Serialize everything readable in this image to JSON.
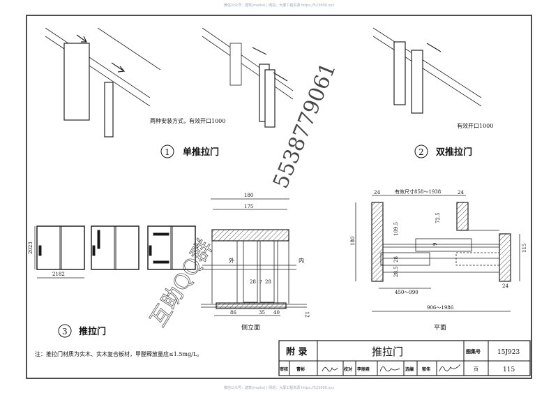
{
  "watermark_top": "微信公众号：建筑(marks) | 网站：大厦工程资源 https://523000.xyz",
  "watermark_bottom": "微信公众号：建筑(marks) | 网站：大厦工程资源 https://523000.xyz",
  "overlay_watermark": {
    "qq": "5538779061",
    "group": "互助QQ群"
  },
  "figure1": {
    "number": "1",
    "title": "单推拉门",
    "note": "两种安装方式，有效开口1000"
  },
  "figure2": {
    "number": "2",
    "title": "双推拉门",
    "note": "有效开口1000"
  },
  "figure3": {
    "number": "3",
    "title": "推拉门",
    "height_dim": "2023",
    "width_dim": "2182"
  },
  "side_elevation": {
    "title": "侧立面",
    "outer": "外",
    "inner": "内",
    "dims": {
      "top1": "180",
      "top2": "175",
      "leaf1": "28",
      "gap": "7",
      "leaf2": "28",
      "b1": "86",
      "b2": "35",
      "b3": "40",
      "floor": "12"
    }
  },
  "plan": {
    "title": "平面",
    "dims": {
      "left": "24",
      "effective": "有效尺寸858～1938",
      "right": "24",
      "d1": "109.5",
      "d2": "72.5",
      "d3": "9",
      "d4": "28",
      "d5": "28.5",
      "height": "180",
      "h2": "115",
      "r24": "24",
      "open": "450～990",
      "total": "906～1986"
    }
  },
  "note": "注：推拉门材质为实木、实木复合板材，甲醛释放量应≤1.5mg/L。",
  "title_block": {
    "section": "附 录",
    "title": "推拉门",
    "atlas_label": "图集号",
    "atlas_no": "15J923",
    "review_label": "审核",
    "reviewer": "曹彬",
    "check_label": "校对",
    "checker": "李丽君",
    "edit_label": "选编",
    "editor": "郁伟",
    "page_label": "页",
    "page_no": "115"
  }
}
